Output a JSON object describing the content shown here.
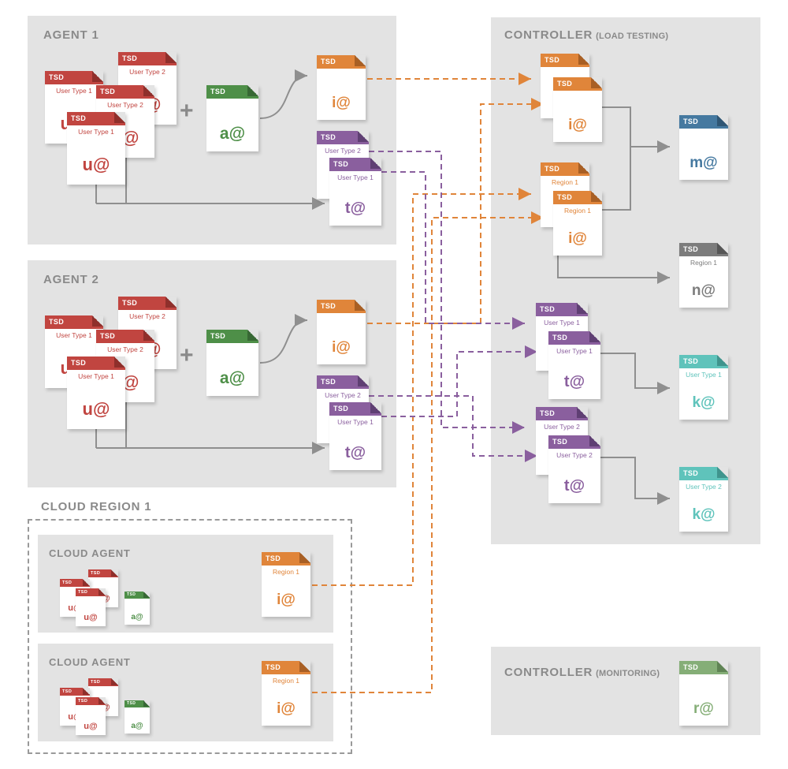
{
  "diagram": {
    "panels": {
      "agent1": {
        "title": "AGENT 1"
      },
      "agent2": {
        "title": "AGENT 2"
      },
      "cloud_region": {
        "title": "CLOUD REGION 1"
      },
      "cloud_agent": {
        "title": "CLOUD AGENT"
      },
      "controller_load": {
        "title": "CONTROLLER",
        "subtitle": "(LOAD TESTING)"
      },
      "controller_monitoring": {
        "title": "CONTROLLER",
        "subtitle": "(MONITORING)"
      }
    },
    "labels": {
      "tsd": "TSD",
      "user_type_1": "User Type 1",
      "user_type_2": "User Type 2",
      "region_1": "Region 1",
      "plus": "+"
    },
    "docs": {
      "u": "u@",
      "a": "a@",
      "i": "i@",
      "t": "t@",
      "m": "m@",
      "n": "n@",
      "k": "k@",
      "r": "r@"
    },
    "colors": {
      "doc_red": "#c14540",
      "doc_green": "#4e8f48",
      "doc_orange": "#e0853a",
      "doc_purple": "#8a5f9e",
      "doc_blue": "#4579a0",
      "doc_gray": "#7c7c7c",
      "doc_teal": "#5fc3bb",
      "doc_sage": "#85ae77",
      "panel_bg": "#e3e3e3",
      "arrow_gray": "#8f8f8f",
      "arrow_orange": "#e0853a",
      "arrow_purple": "#8a5f9e"
    }
  }
}
